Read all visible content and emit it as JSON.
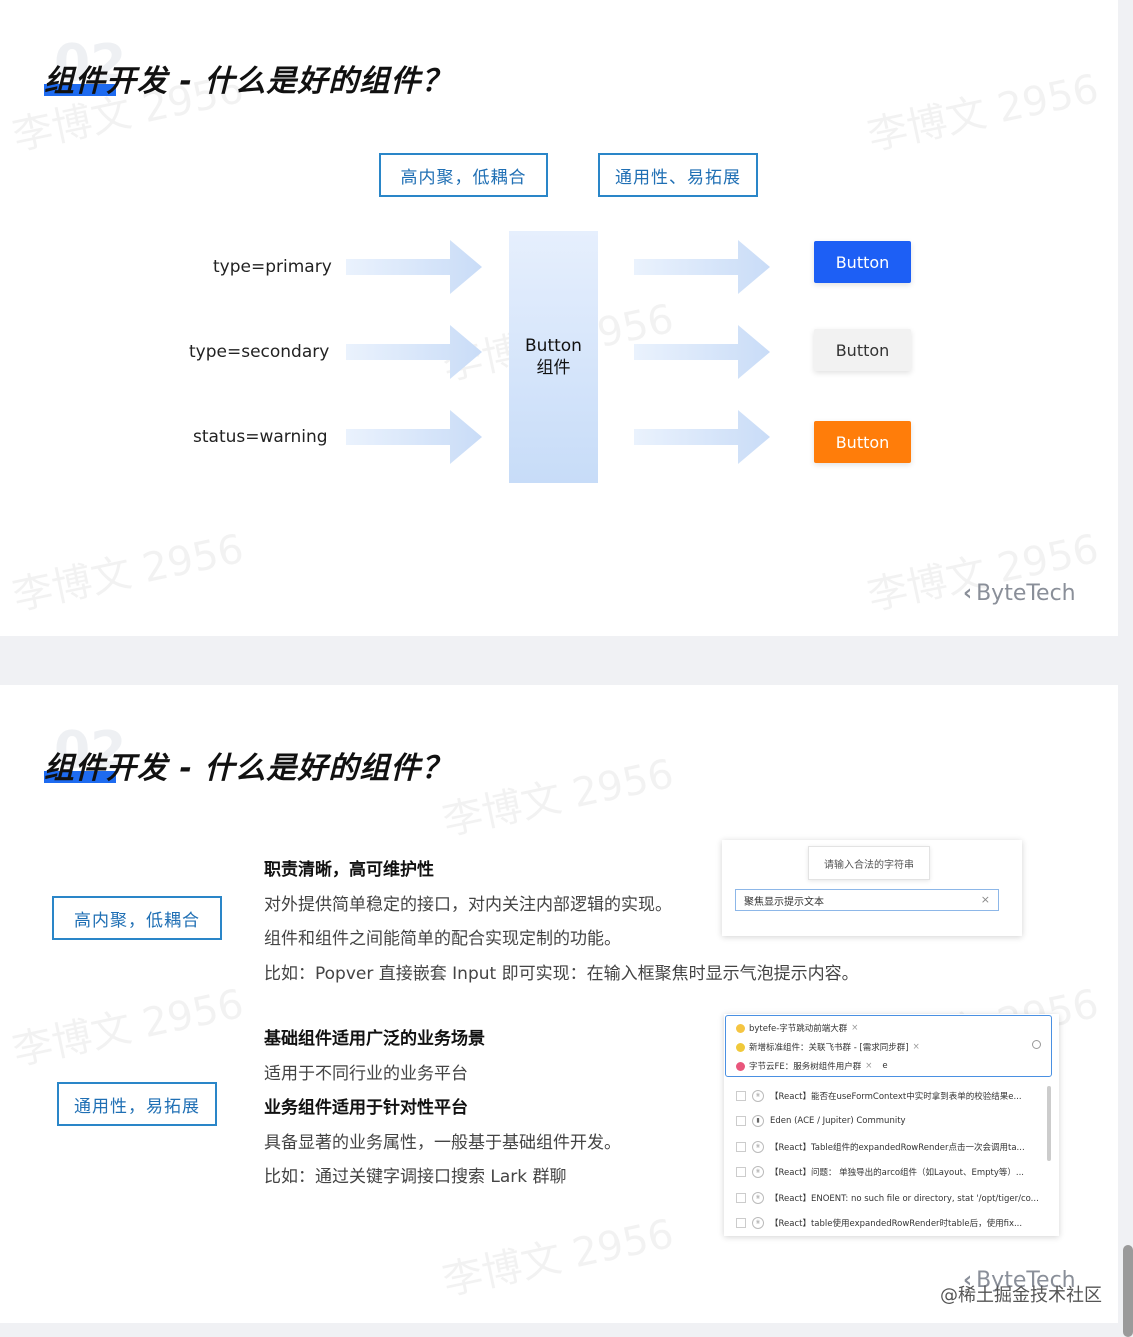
{
  "slide1": {
    "title": "组件开发 - 什么是好的组件？",
    "title_number_ghost": "02",
    "tags": [
      "高内聚，低耦合",
      "通用性、易拓展"
    ],
    "props": [
      "type=primary",
      "type=secondary",
      "status=warning"
    ],
    "component": {
      "line1": "Button",
      "line2": "组件"
    },
    "buttons": [
      {
        "label": "Button",
        "bg": "#1d5ff5",
        "color": "#ffffff"
      },
      {
        "label": "Button",
        "bg": "#f2f2f2",
        "color": "#333333"
      },
      {
        "label": "Button",
        "bg": "#ff7d0a",
        "color": "#ffffff"
      }
    ],
    "brand": "ByteTech"
  },
  "slide2": {
    "title": "组件开发 - 什么是好的组件？",
    "title_number_ghost": "02",
    "tags": [
      "高内聚，低耦合",
      "通用性，易拓展"
    ],
    "section1": {
      "heading": "职责清晰，高可维护性",
      "lines": [
        "对外提供简单稳定的接口，对内关注内部逻辑的实现。",
        "组件和组件之间能简单的配合实现定制的功能。",
        "比如：Popver 直接嵌套 Input 即可实现：在输入框聚焦时显示气泡提示内容。"
      ]
    },
    "section2": {
      "heading1": "基础组件适用广泛的业务场景",
      "line1": "适用于不同行业的业务平台",
      "heading2": "业务组件适用于针对性平台",
      "line2": "具备显著的业务属性，一般基于基础组件开发。",
      "line3": "比如：通过关键字调接口搜索 Lark 群聊"
    },
    "popover_demo": {
      "tip": "请输入合法的字符串",
      "input_value": "聚焦显示提示文本",
      "clear": "×"
    },
    "search_demo": {
      "tags": [
        {
          "text": "bytefe-字节跳动前端大群",
          "color": "#f5c542"
        },
        {
          "text": "新增标准组件：关联飞书群 - [需求同步群]",
          "color": "#f0c93a"
        },
        {
          "text": "字节云FE：服务树组件用户群",
          "color": "#e9567c"
        }
      ],
      "query": "e",
      "results": [
        "【React】能否在useFormContext中实时拿到表单的校验结果e...",
        "Eden (ACE / Jupiter) Community",
        "【React】Table组件的expandedRowRender点击一次会调用ta...",
        "【React】问题： 单独导出的arco组件（如Layout、Empty等）...",
        "【React】ENOENT: no such file or directory, stat '/opt/tiger/co...",
        "【React】table使用expandedRowRender时table后，使用fix..."
      ]
    },
    "brand": "ByteTech"
  },
  "watermark": "李博文 2956",
  "credit": "@稀土掘金技术社区"
}
